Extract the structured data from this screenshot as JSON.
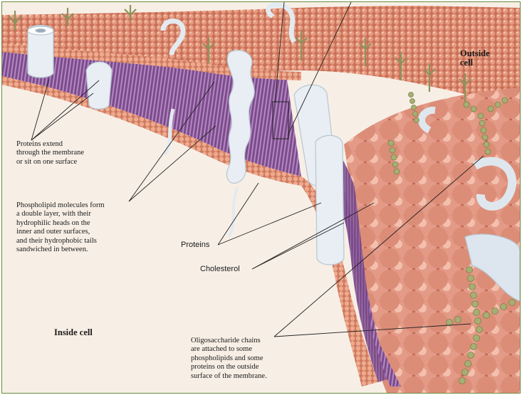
{
  "labels": {
    "outside_cell": "Outside\ncell",
    "inside_cell": "Inside cell",
    "proteins_extend": "Proteins extend\nthrough the membrane\nor sit on one surface",
    "phospholipid": "Phospholipid molecules form\na double layer, with their\nhydrophilic heads on the\ninner and outer surfaces,\nand their hydrophobic tails\nsandwiched in between.",
    "proteins": "Proteins",
    "cholesterol": "Cholesterol",
    "oligosaccharide": "Oligosaccharide chains\nare attached to some\nphospholipids and some\nproteins on the outside\nsurface of the membrane."
  },
  "colors": {
    "background": "#f7efe6",
    "phospholipid_head": "#d9826a",
    "phospholipid_head_light": "#f1b49c",
    "hydrophobic_tails": "#8a5a96",
    "protein": "#e6edf2",
    "oligosaccharide_chain": "#a6ad72",
    "leader_line": "#222222",
    "frame_border": "#6b8a3a"
  },
  "icons": {
    "membrane": "cell-membrane-illustration",
    "protein": "membrane-protein-shape",
    "chain": "oligosaccharide-chain-shape"
  }
}
